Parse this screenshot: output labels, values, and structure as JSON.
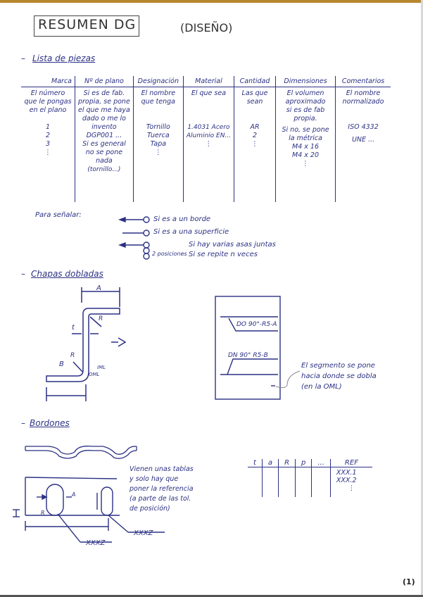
{
  "header": {
    "title": "RESUMEN DG",
    "subtitle": "(DISEÑO)",
    "page_number": "(1)"
  },
  "sections": {
    "parts_list": {
      "heading": "Lista de piezas",
      "columns": [
        "Marca",
        "Nº de plano",
        "Designación",
        "Material",
        "Cantidad",
        "Dimensiones",
        "Comentarios"
      ],
      "cells": [
        [
          "El número",
          "que le pongas",
          "en el plano",
          "1",
          "2",
          "3",
          "⋮"
        ],
        [
          "Si es de fab.",
          "propia, se pone",
          "el que me haya",
          "dado o me lo",
          "invento",
          "DGP001 ...",
          "Si es general",
          "no se pone",
          "nada",
          "(tornillo...)"
        ],
        [
          "El nombre",
          "que tenga",
          "",
          "",
          "Tornillo",
          "Tuerca",
          "Tapa",
          "⋮"
        ],
        [
          "El que sea",
          "",
          "",
          "",
          "1.4031 Acero",
          "Aluminio EN...",
          "⋮"
        ],
        [
          "Las que",
          "sean",
          "",
          "",
          "AR",
          "2",
          "⋮"
        ],
        [
          "El volumen",
          "aproximado",
          "si es de fab",
          "propia.",
          "Si no, se pone",
          "la métrica",
          "M4 x 16",
          "M4 x 20",
          "⋮"
        ],
        [
          "El nombre",
          "normalizado",
          "",
          "",
          "ISO 4332",
          "UNE ..."
        ]
      ]
    },
    "marking": {
      "label": "Para señalar:",
      "items": [
        "Si es a un borde",
        "Si es a una superficie",
        "2 posiciones"
      ],
      "notes": [
        "Si hay varias asas juntas",
        "Si se repite n veces"
      ]
    },
    "bent_sheet": {
      "heading": "Chapas dobladas",
      "labels": {
        "A": "A",
        "B": "B",
        "t": "t",
        "R1": "R",
        "R2": "R",
        "IML": "IML",
        "OML": "OML"
      },
      "bend_up": "DO 90°-R5-A",
      "bend_down": "DN 90° R5-B",
      "note": [
        "El segmento se pone",
        "hacia donde se dobla",
        "(en la OML)"
      ]
    },
    "beads": {
      "heading": "Bordones",
      "labels": {
        "A": "A",
        "R": "R",
        "ref1": "XXXZ",
        "ref2": "XXXZ"
      },
      "note": [
        "Vienen unas tablas",
        "y solo hay que",
        "poner la referencia",
        "(a parte de las tol.",
        "de posición)"
      ],
      "ref_table": {
        "columns": [
          "t",
          "a",
          "R",
          "p",
          "...",
          "REF"
        ],
        "ref_values": [
          "XXX.1",
          "XXX.2",
          "⋮"
        ]
      }
    }
  }
}
